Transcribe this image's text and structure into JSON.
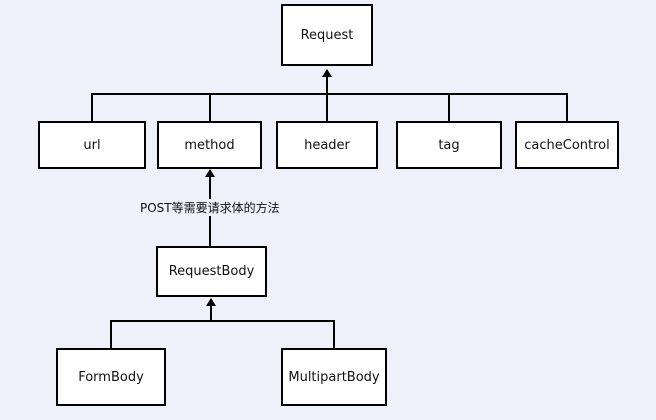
{
  "nodes": {
    "request": "Request",
    "url": "url",
    "method": "method",
    "header": "header",
    "tag": "tag",
    "cache_control": "cacheControl",
    "request_body": "RequestBody",
    "form_body": "FormBody",
    "multipart_body": "MultipartBody"
  },
  "edge_labels": {
    "request_body_to_method": "POST等需要请求体的方法"
  },
  "colors": {
    "background": "#eef1fa",
    "node_fill": "#ffffff",
    "stroke": "#000000"
  }
}
